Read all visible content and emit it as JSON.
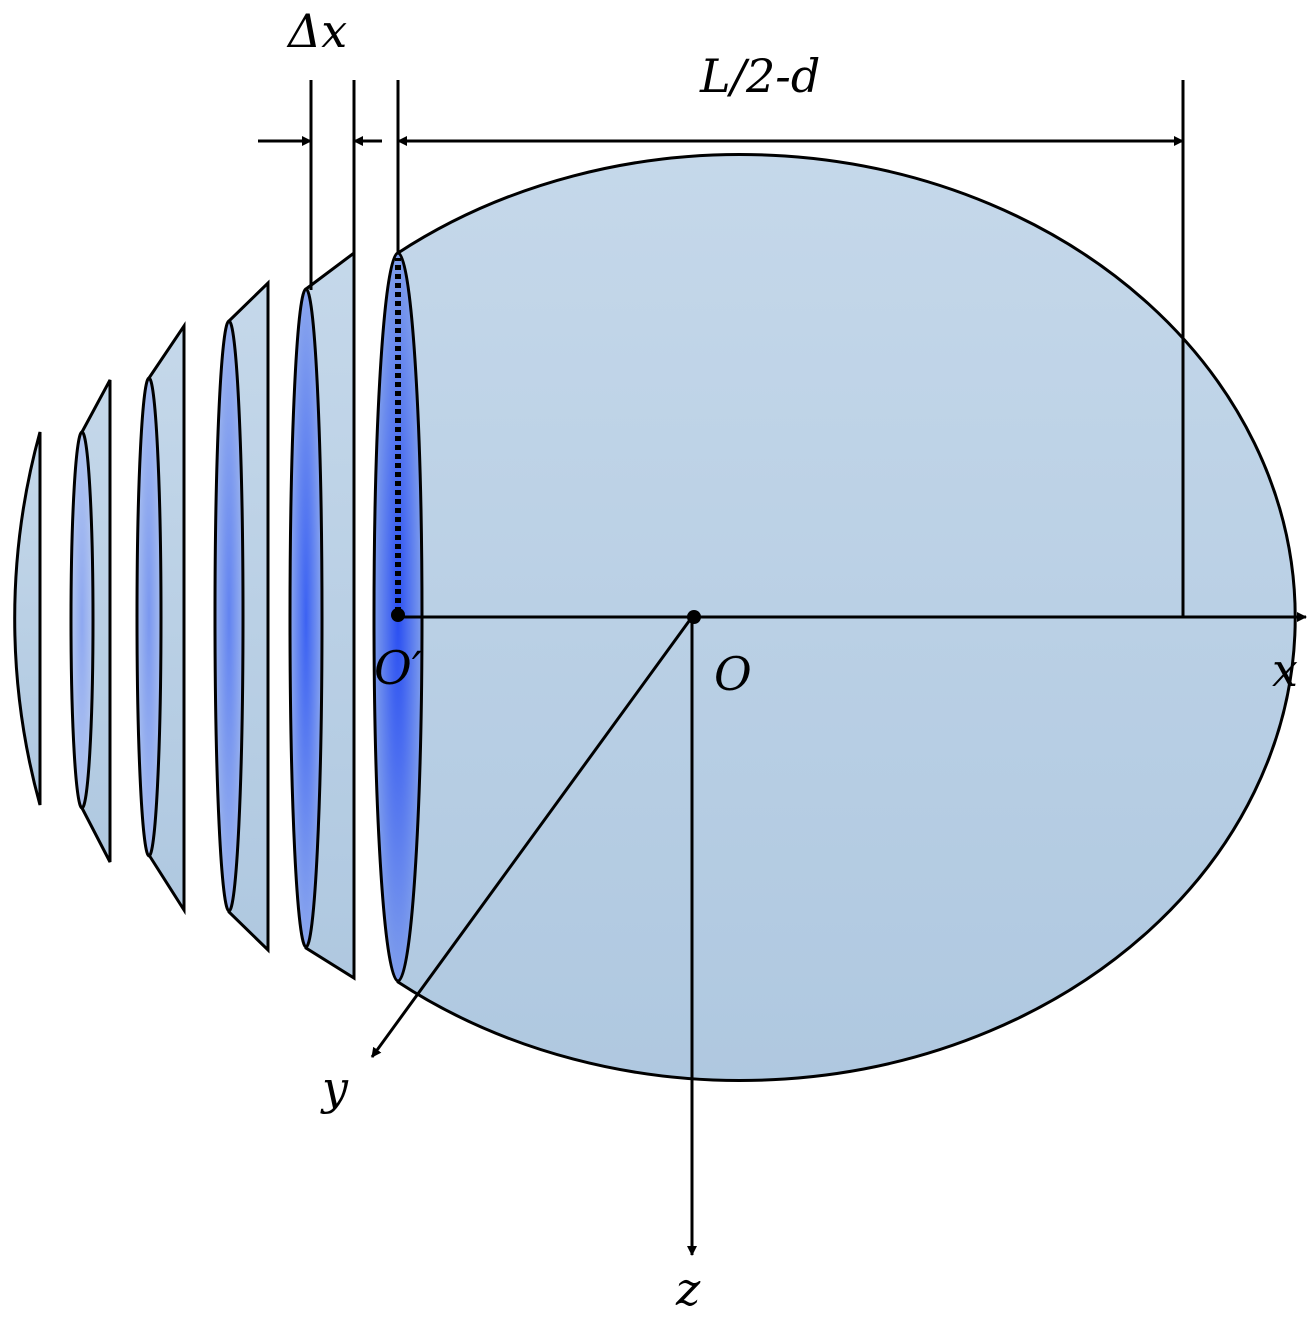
{
  "labels": {
    "delta_x": "Δx",
    "half_length": "L/2-d",
    "origin": "O",
    "origin_prime": "O′",
    "axis_x": "x",
    "axis_y": "y",
    "axis_z": "z"
  },
  "colors": {
    "body_fill": "#BFD3E6",
    "slice_highlight": "#2F55F0",
    "stroke": "#000000"
  }
}
